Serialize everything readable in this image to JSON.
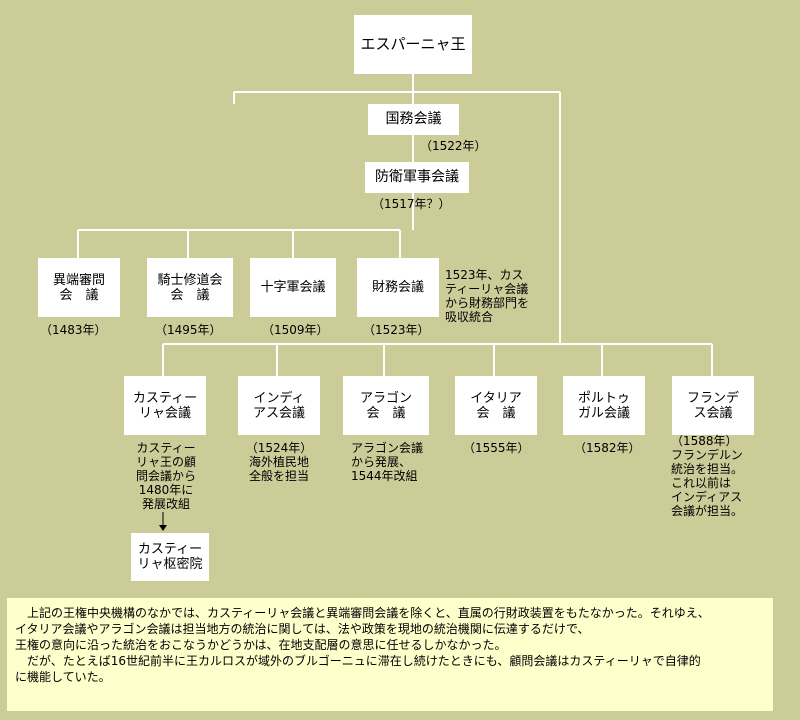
{
  "king": "エスパーニャ王",
  "state_council": {
    "label": "国務会議",
    "year": "（1522年）"
  },
  "defense_council": {
    "label": "防衛軍事会議",
    "year": "（1517年？）"
  },
  "row1": [
    {
      "label": "異端審問\n会　議",
      "year": "（1483年）"
    },
    {
      "label": "騎士修道会\n会　議",
      "year": "（1495年）"
    },
    {
      "label": "十字軍会議",
      "year": "（1509年）"
    },
    {
      "label": "財務会議",
      "year": "（1523年）"
    }
  ],
  "finance_note": "1523年、カス\nティーリャ会議\nから財務部門を\n吸収統合",
  "row2": [
    {
      "label": "カスティー\nリャ会議",
      "note": "カスティー\nリャ王の顧\n問会議から\n1480年に\n発展改組"
    },
    {
      "label": "インディ\nアス会議",
      "note": "（1524年）\n海外植民地\n全般を担当"
    },
    {
      "label": "アラゴン\n会　議",
      "note": "アラゴン会議\nから発展、\n1544年改組"
    },
    {
      "label": "イタリア\n会　議",
      "note": "（1555年）"
    },
    {
      "label": "ポルトゥ\nガル会議",
      "note": "（1582年）"
    },
    {
      "label": "フランデ\nス会議",
      "note": "（1588年）\nフランデルン\n統治を担当。\nこれ以前は\nインディアス\n会議が担当。"
    }
  ],
  "privy_council": "カスティー\nリャ枢密院",
  "footnote": [
    "　上記の王権中央機構のなかでは、カスティーリャ会議と異端審問会議を除くと、直属の行財政装置をもたなかった。それゆえ、",
    "イタリア会議やアラゴン会議は担当地方の統治に関しては、法や政策を現地の統治機関に伝達するだけで、",
    "王権の意向に沿った統治をおこなうかどうかは、在地支配層の意思に任せるしかなかった。",
    "　だが、たとえば16世紀前半に王カルロスが域外のブルゴーニュに滞在し続けたときにも、顧問会議はカスティーリャで自律的",
    "に機能していた。"
  ]
}
